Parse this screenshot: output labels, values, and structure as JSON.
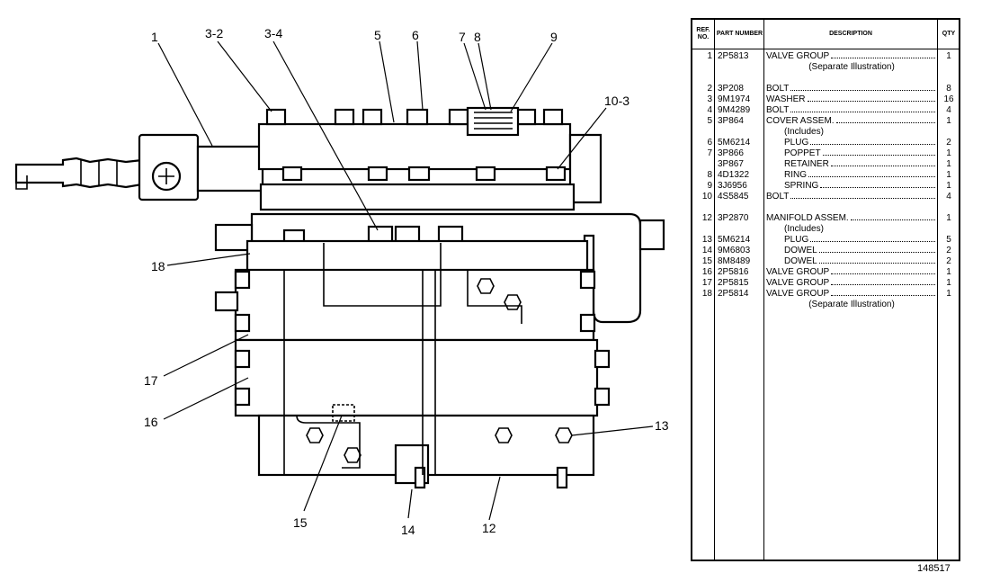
{
  "callouts": {
    "c1": "1",
    "c3_2": "3-2",
    "c3_4": "3-4",
    "c5": "5",
    "c6": "6",
    "c7": "7",
    "c8": "8",
    "c9": "9",
    "c10_3": "10-3",
    "c12": "12",
    "c13": "13",
    "c14": "14",
    "c15": "15",
    "c16": "16",
    "c17": "17",
    "c18": "18"
  },
  "table": {
    "headers": {
      "ref": "REF. NO.",
      "part": "PART NUMBER",
      "description": "DESCRIPTION",
      "qty": "QTY"
    },
    "rows": [
      {
        "ref": "1",
        "part": "2P5813",
        "description": "VALVE GROUP",
        "qty": "1",
        "indent": 0,
        "dots": true
      },
      {
        "ref": "",
        "part": "",
        "description": "(Separate Illustration)",
        "qty": "",
        "indent": 0,
        "note": true
      },
      {
        "ref": "2",
        "part": "3P208",
        "description": "BOLT",
        "qty": "8",
        "indent": 0,
        "dots": true,
        "gap": true
      },
      {
        "ref": "3",
        "part": "9M1974",
        "description": "WASHER",
        "qty": "16",
        "indent": 0,
        "dots": true
      },
      {
        "ref": "4",
        "part": "9M4289",
        "description": "BOLT",
        "qty": "4",
        "indent": 0,
        "dots": true
      },
      {
        "ref": "5",
        "part": "3P864",
        "description": "COVER ASSEM.",
        "qty": "1",
        "indent": 0,
        "dots": true
      },
      {
        "ref": "",
        "part": "",
        "description": "(Includes)",
        "qty": "",
        "indent": 20,
        "note": false
      },
      {
        "ref": "6",
        "part": "5M6214",
        "description": "PLUG",
        "qty": "2",
        "indent": 20,
        "dots": true
      },
      {
        "ref": "7",
        "part": "3P866",
        "description": "POPPET",
        "qty": "1",
        "indent": 20,
        "dots": true
      },
      {
        "ref": "",
        "part": "3P867",
        "description": "RETAINER",
        "qty": "1",
        "indent": 20,
        "dots": true
      },
      {
        "ref": "8",
        "part": "4D1322",
        "description": "RING",
        "qty": "1",
        "indent": 20,
        "dots": true
      },
      {
        "ref": "9",
        "part": "3J6956",
        "description": "SPRING",
        "qty": "1",
        "indent": 20,
        "dots": true
      },
      {
        "ref": "10",
        "part": "4S5845",
        "description": "BOLT",
        "qty": "4",
        "indent": 0,
        "dots": true
      },
      {
        "ref": "12",
        "part": "3P2870",
        "description": "MANIFOLD ASSEM.",
        "qty": "1",
        "indent": 0,
        "dots": true,
        "gap": true
      },
      {
        "ref": "",
        "part": "",
        "description": "(Includes)",
        "qty": "",
        "indent": 20,
        "note": false
      },
      {
        "ref": "13",
        "part": "5M6214",
        "description": "PLUG",
        "qty": "5",
        "indent": 20,
        "dots": true
      },
      {
        "ref": "14",
        "part": "9M6803",
        "description": "DOWEL",
        "qty": "2",
        "indent": 20,
        "dots": true
      },
      {
        "ref": "15",
        "part": "8M8489",
        "description": "DOWEL",
        "qty": "2",
        "indent": 20,
        "dots": true
      },
      {
        "ref": "16",
        "part": "2P5816",
        "description": "VALVE GROUP",
        "qty": "1",
        "indent": 0,
        "dots": true
      },
      {
        "ref": "17",
        "part": "2P5815",
        "description": "VALVE GROUP",
        "qty": "1",
        "indent": 0,
        "dots": true
      },
      {
        "ref": "18",
        "part": "2P5814",
        "description": "VALVE GROUP",
        "qty": "1",
        "indent": 0,
        "dots": true
      },
      {
        "ref": "",
        "part": "",
        "description": "(Separate Illustration)",
        "qty": "",
        "indent": 0,
        "note": true
      }
    ]
  },
  "illustration_number": "148517"
}
